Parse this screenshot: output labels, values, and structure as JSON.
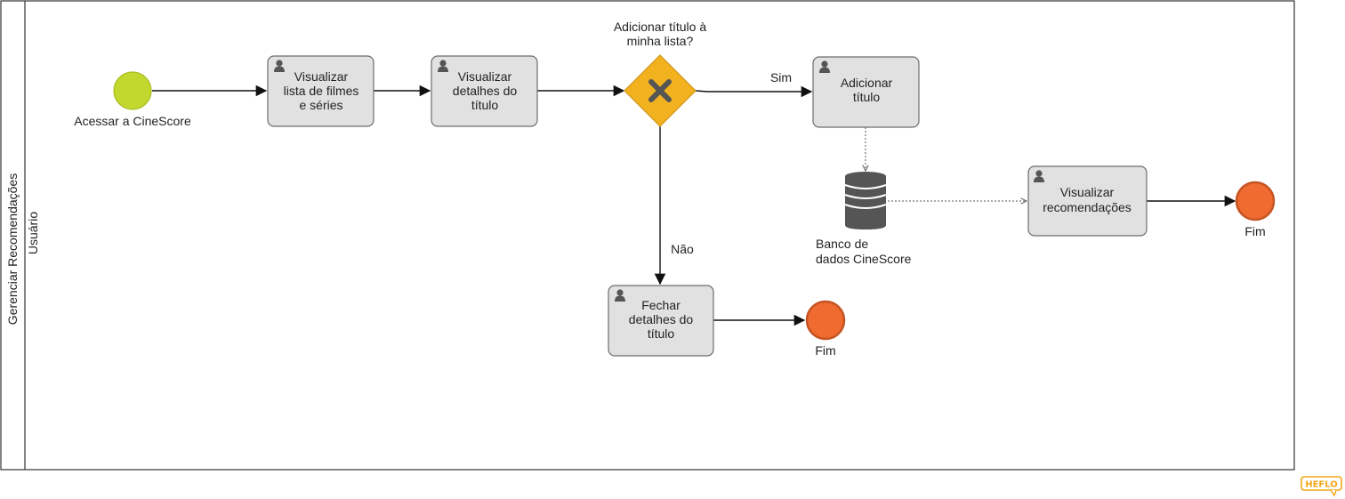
{
  "pool": {
    "label": "Gerenciar Recomendações"
  },
  "lane": {
    "label": "Usuário"
  },
  "start_event": {
    "label": "Acessar a CineScore",
    "color": "#c3d82e"
  },
  "tasks": {
    "visualizar_lista": {
      "lines": [
        "Visualizar",
        "lista de filmes",
        "e séries"
      ]
    },
    "visualizar_detalhes": {
      "lines": [
        "Visualizar",
        "detalhes do",
        "título"
      ]
    },
    "adicionar_titulo": {
      "lines": [
        "Adicionar",
        "título"
      ]
    },
    "visualizar_recomendacoes": {
      "lines": [
        "Visualizar",
        "recomendações"
      ]
    },
    "fechar_detalhes": {
      "lines": [
        "Fechar",
        "detalhes do",
        "título"
      ]
    }
  },
  "gateway": {
    "lines": [
      "Adicionar título à",
      "minha lista?"
    ],
    "color": "#f2b11f"
  },
  "flows": {
    "yes_label": "Sim",
    "no_label": "Não"
  },
  "data_store": {
    "lines": [
      "Banco de",
      "dados CineScore"
    ],
    "color": "#555555"
  },
  "end_events": {
    "end1_label": "Fim",
    "end2_label": "Fim",
    "color": "#ef6b30"
  },
  "brand": {
    "label": "HEFLO",
    "color": "#f2a516"
  }
}
